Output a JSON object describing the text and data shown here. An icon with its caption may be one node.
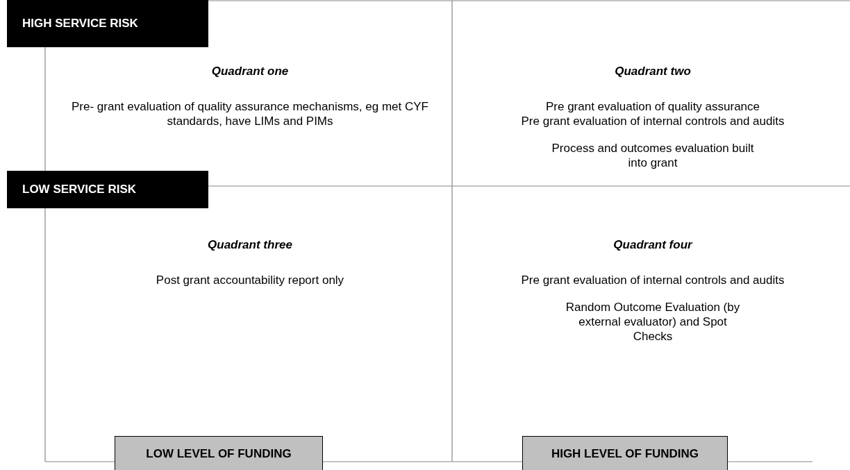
{
  "diagram": {
    "nodes": [
      {
        "text": [
          "HIGH SERVICE RISK"
        ]
      },
      {
        "text": [
          "Quadrant one",
          "Pre- grant evaluation of quality assurance mechanisms, eg met CYF standards, have LIMs and PIMs"
        ]
      },
      {
        "text": [
          "Quadrant two",
          "Pre grant evaluation of quality assurance",
          "Pre grant evaluation of internal controls and audits",
          "Process and outcomes evaluation built into grant"
        ]
      },
      {
        "text": [
          "LOW SERVICE RISK"
        ]
      },
      {
        "text": [
          "Quadrant three",
          "Post grant accountability report only"
        ]
      },
      {
        "text": [
          "Quadrant four",
          "Pre grant evaluation of internal controls and audits",
          "Random Outcome Evaluation (by external evaluator) and Spot Checks"
        ]
      },
      {
        "text": [
          "LOW LEVEL OF FUNDING"
        ]
      },
      {
        "text": [
          "HIGH LEVEL OF FUNDING"
        ]
      }
    ],
    "edges": []
  }
}
